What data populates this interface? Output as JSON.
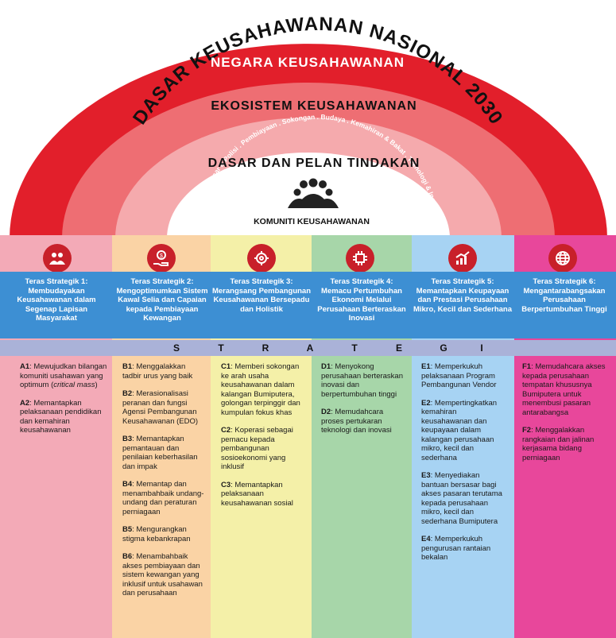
{
  "title": "DASAR KEUSAHAWANAN NASIONAL 2030",
  "arch": {
    "ring1": "NEGARA KEUSAHAWANAN",
    "ring2": "EKOSISTEM KEUSAHAWANAN",
    "ring2_sub": "Pasaran . Dasar & Polisi . Pembiayaan . Sokongan . Budaya . Kemahiran & Bakat . Teknologi & Inovasi",
    "ring3": "DASAR DAN PELAN TINDAKAN",
    "center": "KOMUNITI KEUSAHAWANAN",
    "center_icon": "people-group-icon"
  },
  "colors": {
    "outer_red": "#e21f2b",
    "ring2": "#ee6e73",
    "ring3": "#f5aaad",
    "band_blue": "#3d8fd3",
    "strategi_bar": "#aab2d8",
    "icon_red": "#c8202a"
  },
  "pillars": [
    {
      "bg": "#f3aab7",
      "icon": "people-icon",
      "head": "Teras Strategik 1:",
      "body": "Membudayakan Keusahawanan dalam Segenap Lapisan Masyarakat",
      "items": [
        {
          "code": "A1",
          "text": ": Mewujudkan bilangan komuniti usahawan yang optimum (",
          "ital": "critical mass",
          "tail": ")"
        },
        {
          "code": "A2",
          "text": ": Memantapkan pelaksanaan pendidikan dan kemahiran keusahawanan"
        }
      ]
    },
    {
      "bg": "#fad3a5",
      "icon": "money-hand-icon",
      "head": "Teras Strategik 2:",
      "body": "Mengoptimumkan Sistem Kawal Selia dan Capaian kepada Pembiayaan Kewangan",
      "items": [
        {
          "code": "B1",
          "text": ": Menggalakkan tadbir urus yang baik"
        },
        {
          "code": "B2",
          "text": ": Merasionalisasi peranan dan fungsi Agensi Pembangunan Keusahawanan (EDO)"
        },
        {
          "code": "B3",
          "text": ": Memantapkan pemantauan dan penilaian keberhasilan dan impak"
        },
        {
          "code": "B4",
          "text": ": Memantap dan menambahbaik undang-undang dan peraturan perniagaan"
        },
        {
          "code": "B5",
          "text": ": Mengurangkan stigma kebankrapan"
        },
        {
          "code": "B6",
          "text": ": Menambahbaik akses pembiayaan dan sistem kewangan yang inklusif untuk usahawan dan perusahaan"
        }
      ]
    },
    {
      "bg": "#f4f0a8",
      "icon": "gear-head-icon",
      "head": "Teras Strategik 3:",
      "body": "Merangsang Pembangunan Keusahawanan Bersepadu dan Holistik",
      "items": [
        {
          "code": "C1",
          "text": ": Memberi sokongan ke arah usaha keusahawanan dalam kalangan Bumiputera, golongan terpinggir dan kumpulan fokus khas"
        },
        {
          "code": "C2",
          "text": ": Koperasi sebagai pemacu kepada pembangunan sosioekonomi yang inklusif"
        },
        {
          "code": "C3",
          "text": ": Memantapkan pelaksanaan keusahawanan sosial"
        }
      ]
    },
    {
      "bg": "#a7d6a9",
      "icon": "circuit-chip-icon",
      "head": "Teras Strategik 4:",
      "body": "Memacu Pertumbuhan Ekonomi Melalui Perusahaan Berteraskan Inovasi",
      "items": [
        {
          "code": "D1",
          "text": ": Menyokong perusahaan berteraskan inovasi dan berpertumbuhan tinggi"
        },
        {
          "code": "D2",
          "text": ": Memudahcara proses pertukaran teknologi dan inovasi"
        }
      ]
    },
    {
      "bg": "#a7d3f3",
      "icon": "growth-chart-icon",
      "head": "Teras Strategik 5:",
      "body": "Memantapkan Keupayaan dan Prestasi Perusahaan Mikro, Kecil dan Sederhana",
      "items": [
        {
          "code": "E1",
          "text": ": Memperkukuh pelaksanaan Program Pembangunan Vendor"
        },
        {
          "code": "E2",
          "text": ": Mempertingkatkan kemahiran keusahawanan dan keupayaan dalam kalangan perusahaan mikro, kecil dan sederhana"
        },
        {
          "code": "E3",
          "text": ": Menyediakan bantuan bersasar bagi akses pasaran terutama kepada perusahaan mikro, kecil dan sederhana Bumiputera"
        },
        {
          "code": "E4",
          "text": ": Memperkukuh pengurusan rantaian bekalan"
        }
      ]
    },
    {
      "bg": "#e8479b",
      "icon": "globe-icon",
      "head": "Teras Strategik 6:",
      "body": "Mengantarabangsakan Perusahaan Berpertumbuhan Tinggi",
      "items": [
        {
          "code": "F1",
          "text": ": Memudahcara akses kepada perusahaan tempatan khususnya Bumiputera untuk menembusi pasaran antarabangsa"
        },
        {
          "code": "F2",
          "text": ": Menggalakkan rangkaian dan jalinan kerjasama bidang perniagaan"
        }
      ]
    }
  ],
  "strategi": [
    "S",
    "T",
    "R",
    "A",
    "T",
    "E",
    "G",
    "I"
  ]
}
